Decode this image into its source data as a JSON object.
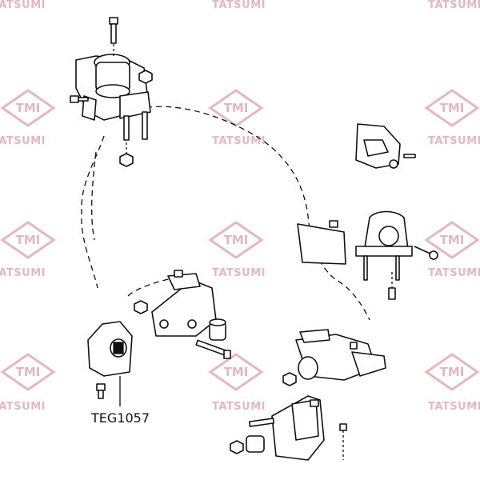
{
  "diagram": {
    "part_label": "TEG1057",
    "highlighted_part": "engine-mount-front-left"
  },
  "watermark": {
    "brand_text": "TATSUMI",
    "logo_text": "TMI",
    "color": "#e3b9bd"
  },
  "colors": {
    "line": "#111111",
    "background": "#ffffff"
  }
}
